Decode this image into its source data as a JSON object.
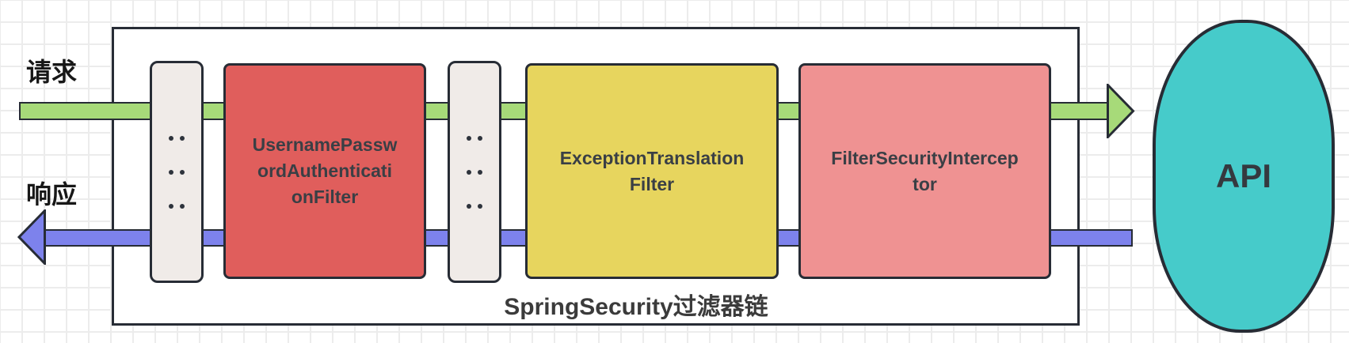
{
  "diagram": {
    "title": "SpringSecurity过滤器链",
    "request_label": "请求",
    "response_label": "响应",
    "api_label": "API",
    "filters": [
      {
        "name": "UsernamePasswordAuthenticationFilter",
        "lines": [
          "UsernamePassw",
          "ordAuthenticati",
          "onFilter"
        ],
        "color": "#e05e5c"
      },
      {
        "name": "ExceptionTranslationFilter",
        "lines": [
          "ExceptionTranslation",
          "Filter"
        ],
        "color": "#e7d55e"
      },
      {
        "name": "FilterSecurityInterceptor",
        "lines": [
          "FilterSecurityIntercep",
          "tor"
        ],
        "color": "#ef9292"
      }
    ],
    "colors": {
      "request_arrow": "#a7da79",
      "response_arrow": "#7d82ec",
      "ellipsis_box": "#f0ebe8",
      "api_node": "#46cbca",
      "outline": "#272c35",
      "grid_line": "#ececec",
      "label_text": "#3a3f45"
    }
  }
}
